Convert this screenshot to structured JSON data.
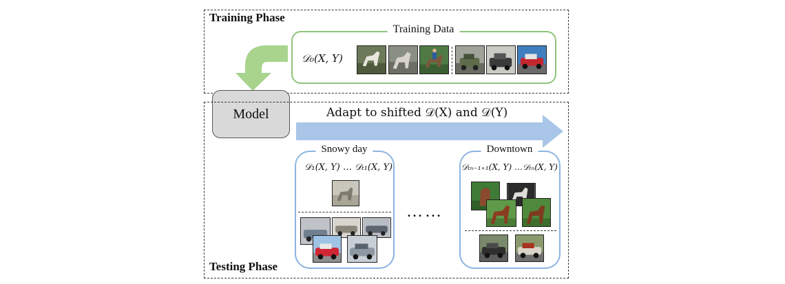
{
  "training_phase": {
    "label": "Training Phase",
    "box_title": "Training Data",
    "dataset_formula": "𝒟₀(X, Y)"
  },
  "model": {
    "label": "Model"
  },
  "arrow": {
    "label": "Adapt to shifted 𝒟(X) and 𝒟(Y)"
  },
  "testing_phase": {
    "label": "Testing Phase",
    "domains": [
      {
        "title": "Snowy day",
        "formula": "𝒟₁(X, Y) … 𝒟ₜ₁(X, Y)"
      },
      {
        "title": "Downtown",
        "formula": "𝒟ₜₙ₋₁₊₁(X, Y) …𝒟ₜₙ(X, Y)"
      }
    ],
    "ellipsis": "……"
  },
  "colors": {
    "training_box": "#8fc47a",
    "green_arrow": "#a8d48e",
    "blue_arrow": "#a9c6e8",
    "testing_box": "#8cb4e0",
    "model_fill": "#d9d9d9"
  }
}
